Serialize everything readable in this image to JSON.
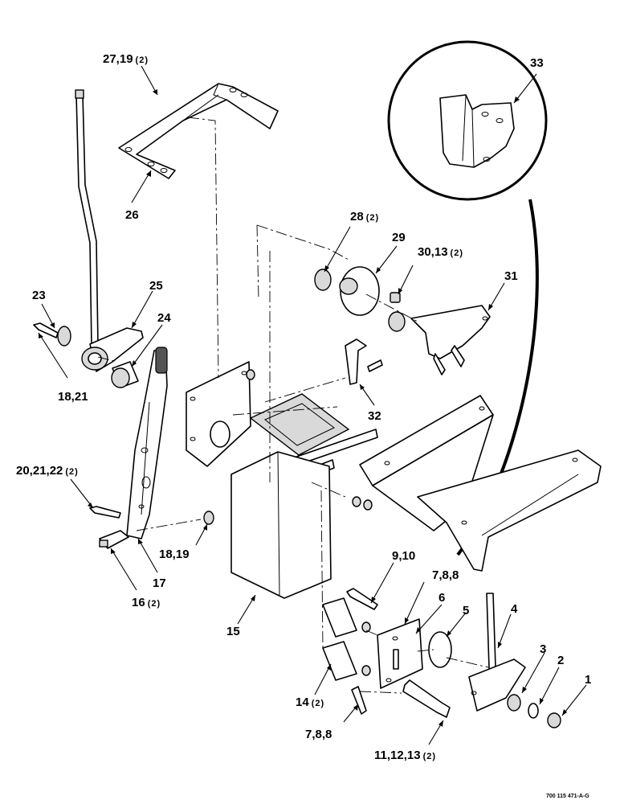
{
  "figure_id": "700 115 471-A-G",
  "callouts": {
    "c33": "33",
    "c27_19": "27,19",
    "c27_19_qty": "(2)",
    "c26": "26",
    "c28": "28",
    "c28_qty": "(2)",
    "c29": "29",
    "c30_13": "30,13",
    "c30_13_qty": "(2)",
    "c31": "31",
    "c23": "23",
    "c25": "25",
    "c24": "24",
    "c18_21": "18,21",
    "c32": "32",
    "c20_21_22": "20,21,22",
    "c20_21_22_qty": "(2)",
    "c18_19": "18,19",
    "c17": "17",
    "c16": "16",
    "c16_qty": "(2)",
    "c9_10": "9,10",
    "c7_8_8_top": "7,8,8",
    "c6": "6",
    "c5": "5",
    "c4": "4",
    "c15": "15",
    "c3": "3",
    "c2": "2",
    "c1": "1",
    "c14": "14",
    "c14_qty": "(2)",
    "c7_8_8_bottom": "7,8,8",
    "c11_12_13": "11,12,13",
    "c11_12_13_qty": "(2)"
  }
}
